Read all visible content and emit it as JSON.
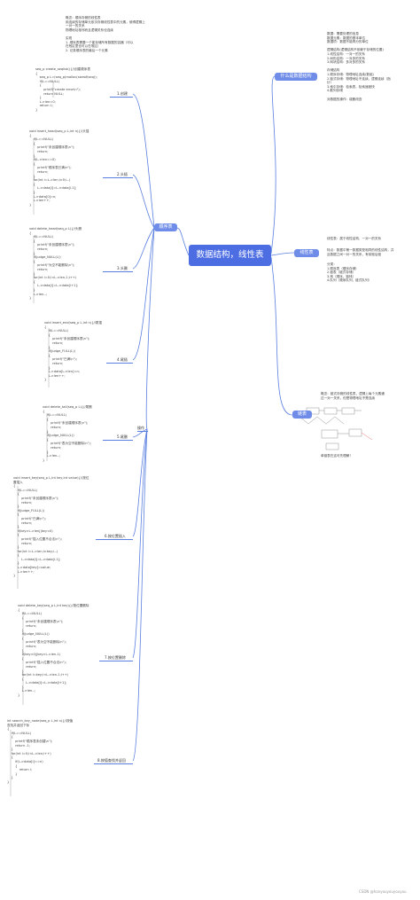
{
  "root": "数据结构，线性表",
  "branches": {
    "what": "什么是数据结构",
    "seq": "顺序表",
    "linear": "线性表",
    "linked": "链表",
    "ops": "操作"
  },
  "seq_notes": "概念：顺序存储的线性表\n用连续的存储单元依次存储线性表中的元素，使得逻辑上\n一对一的关系\n物理地址相邻而且逻辑关系也连续\n\n实现\n1. 顺序表需要一个能存储所有数据的容器（可以\n在栈区里也可以在堆区）\n2. 记录顺序表的最后一个元素",
  "what_notes": "数据：需要处理的信息\n数据元素：数据的基本单位\n数据项：数据不能再分的单位\n\n逻辑结构(逻辑结构不依赖于存储的位置)\n1.线性结构：一对一的关系\n2.树形结构：一对多的关系\n3.网状结构：多对多的关系\n\n存储结构\n1.顺序存储：物理地址连续(数组)\n2.链式存储：物理地址不连续，逻辑连续（指\n针）\n3.索引存储：检索表，检索速度快\n4.散列存储\n\n对数据的操作：增删改查",
  "linear_notes_1": "线性表：属于线性结构，一对一的关系",
  "linear_notes_2": "特点：数据中第一数据类型相同的线性结构，并\n且数据之间一对一的关系，有前驱后驱",
  "linear_notes_3": "分类：\n1.顺序表（顺序存储）\n2.链表（链式存储）\n3.栈（顺序、链栈）\n4.队列（顺序队列，链式队列）",
  "linked_notes": "概念：链式存储的线性表，逻辑上每个元素通\n过一对一关系，但是物理地址不是连续",
  "linked_todo": "单链表在这可先理解！",
  "ops": [
    {
      "label": "1.创建",
      "code": "seq_p create_seqlist(){//创建顺序表\n{\n    seq_p L=(seq_p)malloc(sizeof(seq));\n    if(L==NULL)\n    {\n        printf(\"create error\\n\");\n        return NULL;\n    }\n    L->len=0;\n    return L;\n}"
    },
    {
      "label": "2.头插",
      "code": "void insert_head(seq_p L,int n){//头插\n{\n    if(L==NULL)\n    {\n        printf(\"未创建顺序表\\n\");\n        return;\n    }\n    if(L->len==0)\n    {\n        printf(\"顺序表已满\\n\");\n        return;\n    }\n    for(int i=L->len;i>0;i--)\n    {\n        L->data[i]=L->data[i-1];\n    }\n    L->data[0]=n;\n    L->len++;\n}"
    },
    {
      "label": "3.头删",
      "code": "void delete_head(seq_p L){//头删\n{\n    if(L==NULL)\n    {\n        printf(\"未创建顺序表\\n\");\n        return;\n    }\n    if(judge_NULL(L))\n    {\n        printf(\"为空不能删除\\n\");\n        return;\n    }\n    for(int i=0;i<L->len-1;i++)\n    {\n        L->data[i]=L->data[i+1];\n    }\n    L->len--;\n}"
    },
    {
      "label": "4.尾插",
      "code": "void insert_end(seq_p L,int n){//尾插\n{\n    if(L==NULL)\n    {\n        printf(\"未创建顺序表\\n\");\n        return;\n    }\n    if(judge_FULL(L))\n    {\n        printf(\"已满\\n\");\n        return;\n    }\n    L->data[L->len]=n;\n    L->len++;\n}"
    },
    {
      "label": "5.尾删",
      "code": "void delete_tail(seq_p L){//尾删\n{\n    if(L==NULL)\n    {\n        printf(\"未创建顺序表\\n\");\n        return;\n    }\n    if(judge_NULL(L))\n    {\n        printf(\"表为空不能删除\\n\");\n        return;\n    }\n    L->len--;\n}"
    },
    {
      "label": "6.按位置插入",
      "code": "void insert_key(seq_p L,int key,int value){//按位\n置插入\n{\n    if(L==NULL)\n    {\n        printf(\"未创建顺序表\\n\");\n        return;\n    }\n    if(judge_FULL(L))\n    {\n        printf(\"已满\\n\");\n        return;\n    }\n    if(key>L->len||key<0)\n    {\n        printf(\"插入位置不合法\\n\");\n        return;\n    }\n    for(int i=L->len;i>key;i--)\n    {\n        L->data[i]=L->data[i-1];\n    }\n    L->data[key]=value;\n    L->len++;\n}"
    },
    {
      "label": "7.按位置删除",
      "code": "void delete_key(seq_p L,int key){//按位置删除\n{\n    if(L==NULL)\n    {\n        printf(\"未创建顺序表\\n\");\n        return;\n    }\n    if(judge_NULL(L))\n    {\n        printf(\"表为空不能删除\\n\");\n        return;\n    }\n    if(key<0||key>L->len-1)\n    {\n        printf(\"插入位置不合法\\n\");\n        return;\n    }\n    for(int i=key;i<L->len-1;i++)\n    {\n        L->data[i]=L->data[i+1];\n    }\n    L->len--;\n}"
    },
    {
      "label": "8.按值查找并返回",
      "code": "int search_key_node(seq_p L,int n){//按值\n查找并返回下标\n{\n    if(L==NULL)\n    {\n        printf(\"顺序表未创建\\n\");\n        return -1;\n    }\n    for(int i=0;i<L->len;i++)\n    {\n        if(L->data[i]==n)\n        {\n            return i;\n        }\n    }\n}"
    }
  ],
  "footer": "CSDN @hanyouyouyouyou"
}
